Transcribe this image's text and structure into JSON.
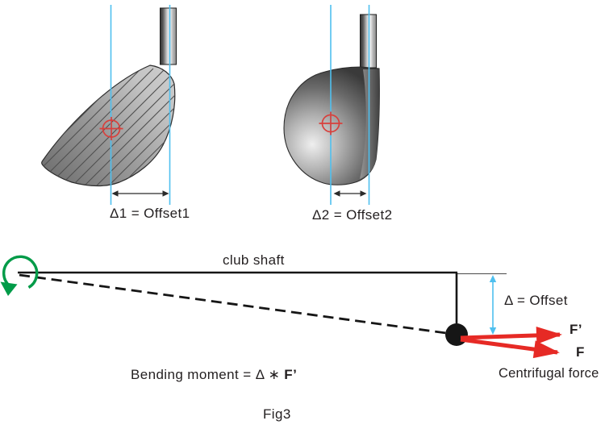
{
  "figure": {
    "caption": "Fig3",
    "colors": {
      "guide_cyan": "#4fc0ef",
      "cg_marker_red": "#d8403c",
      "force_red": "#e62a25",
      "rotation_green": "#019b48",
      "ink": "#231f20"
    },
    "head1": {
      "offset_label": "Δ1 = Offset1"
    },
    "head2": {
      "offset_label": "Δ2 = Offset2"
    },
    "moment_diagram": {
      "shaft_label": "club shaft",
      "offset_label": "Δ = Offset",
      "equation_text": "Bending moment = Δ ∗",
      "equation_force": "F’",
      "force_prime_label": "F’",
      "force_label": "F",
      "centrifugal_label": "Centrifugal force"
    }
  }
}
